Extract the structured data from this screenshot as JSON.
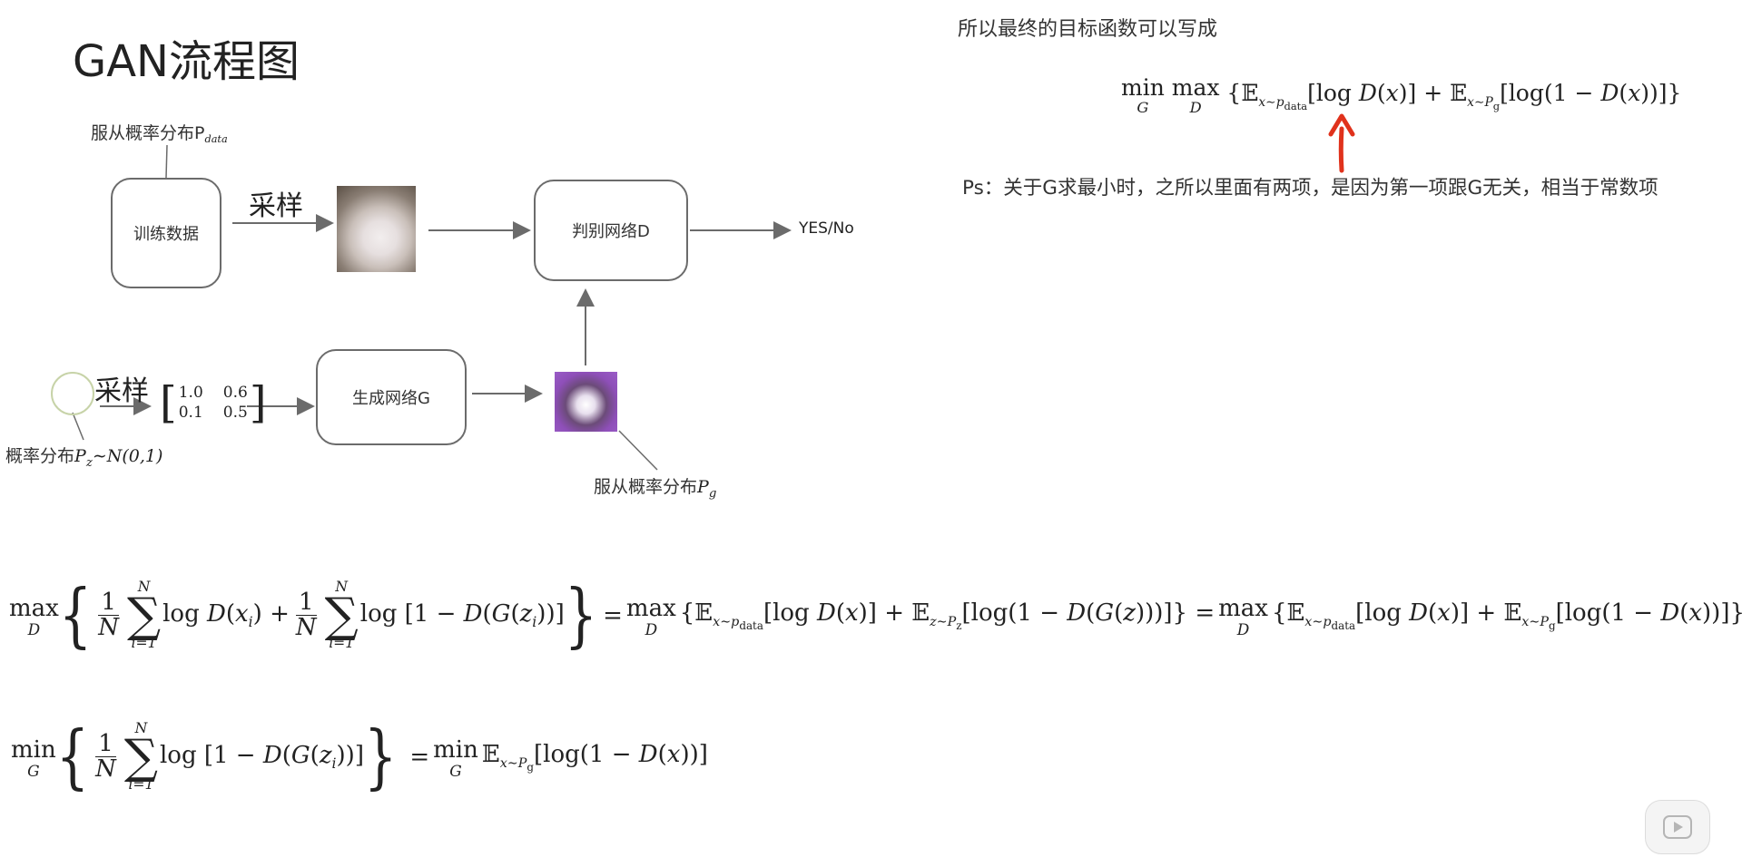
{
  "title": "GAN流程图",
  "top_note": "所以最终的目标函数可以写成",
  "ps_note": "Ps：关于G求最小时，之所以里面有两项，是因为第一项跟G无关，相当于常数项",
  "diagram": {
    "label_pdata_prefix": "服从概率分布P",
    "label_pdata_sub": "data",
    "train_box": "训练数据",
    "sample1": "采样",
    "disc_box": "判别网络D",
    "output": "YES/No",
    "sample2": "采样",
    "matrix": {
      "r1c1": "1.0",
      "r1c2": "0.6",
      "r2c1": "0.1",
      "r2c2": "0.5"
    },
    "gen_box": "生成网络G",
    "label_pz_prefix": "概率分布",
    "label_pz_math": "N(0,1)",
    "label_pg_prefix": "服从概率分布"
  },
  "colors": {
    "arrow": "#6b6b6b",
    "red_arrow": "#e0321c",
    "box_border": "#6b6b6b"
  },
  "icons": {
    "player_button": "play-icon",
    "real_image": "cat-photo",
    "fake_image": "generated-cat-photo"
  }
}
